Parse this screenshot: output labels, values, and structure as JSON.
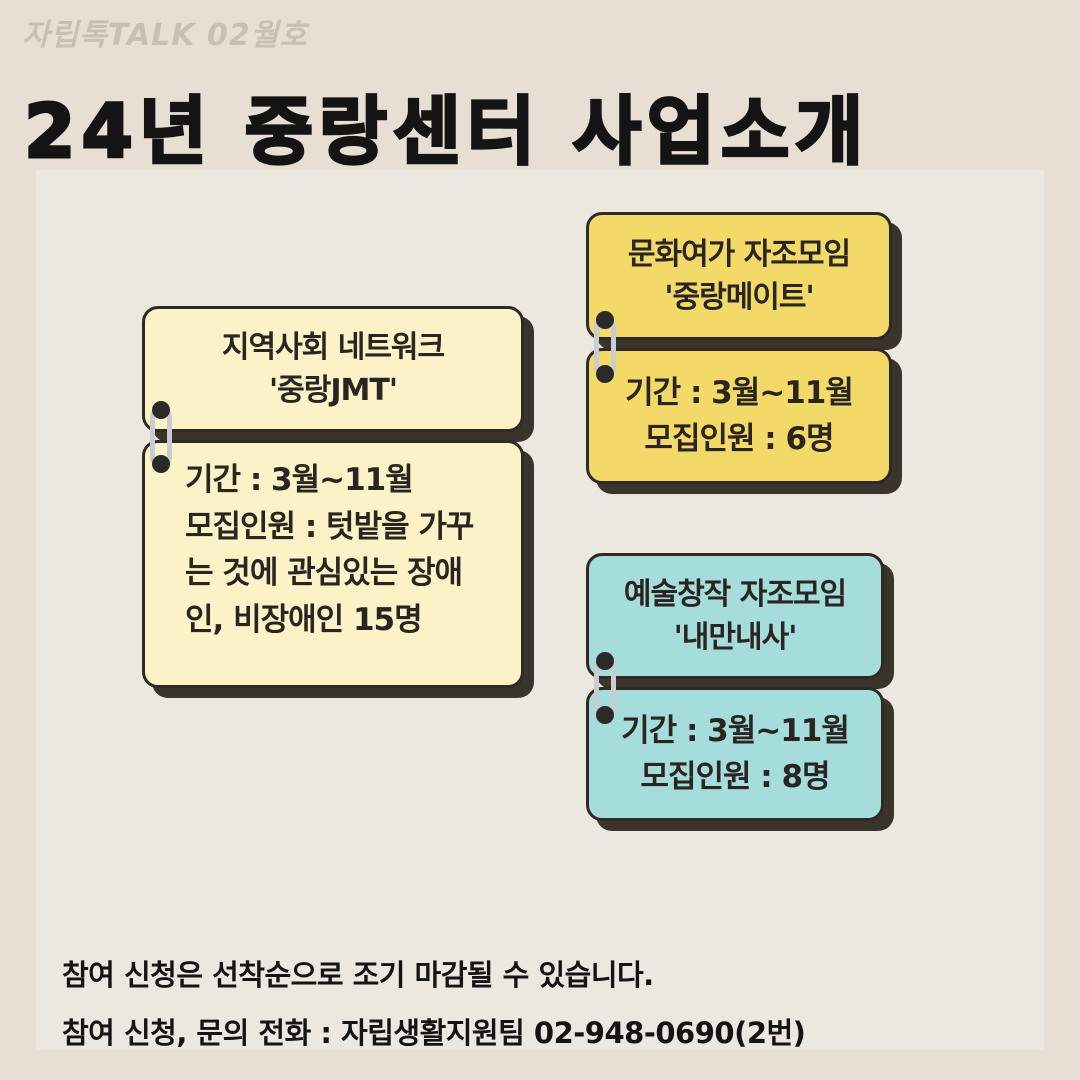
{
  "header": {
    "issue_label": "자립톡TALK 02월호",
    "title": "24년 중랑센터 사업소개"
  },
  "cards": [
    {
      "title_line1": "지역사회 네트워크",
      "title_line2": "'중랑JMT'",
      "period": "기간 : 3월~11월",
      "recruit_line1": "모집인원 : 텃밭을 가꾸",
      "recruit_line2": "는 것에 관심있는 장애",
      "recruit_line3": "인, 비장애인 15명"
    },
    {
      "title_line1": "문화여가 자조모임",
      "title_line2": "'중랑메이트'",
      "period": "기간 : 3월~11월",
      "recruit": "모집인원 : 6명"
    },
    {
      "title_line1": "예술창작 자조모임",
      "title_line2": "'내만내사'",
      "period": "기간 : 3월~11월",
      "recruit": "모집인원 : 8명"
    }
  ],
  "notices": {
    "line1": "참여 신청은 선착순으로 조기 마감될 수 있습니다.",
    "line2": "참여 신청, 문의 전화 : 자립생활지원팀 02-948-0690(2번)"
  },
  "colors": {
    "background": "#e7dfd3",
    "panel": "#ece8df",
    "card_cream": "#fcf2c8",
    "card_yellow": "#f2d968",
    "card_cyan": "#a5dcdc",
    "outline": "#2f2a24"
  }
}
